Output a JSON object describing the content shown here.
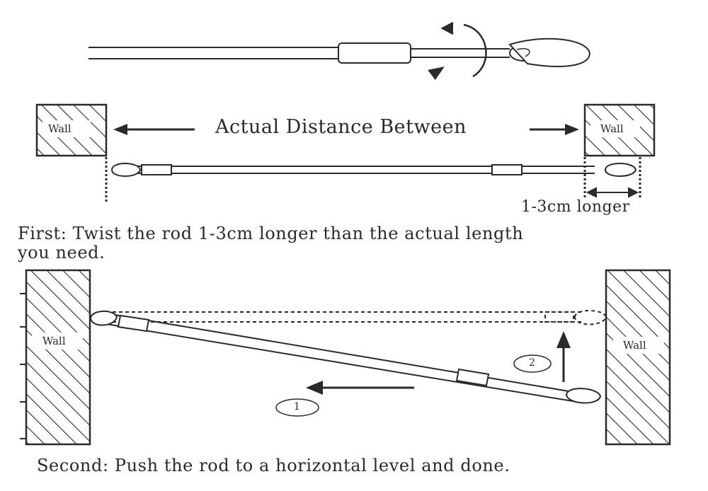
{
  "top_diagram": {
    "title": "Actual Distance Between",
    "left_wall_label": "Wall",
    "right_wall_label": "Wall",
    "extra_length_label": "1-3cm  longer"
  },
  "step1": {
    "text_line1": "First: Twist the rod 1-3cm longer than the actual length",
    "text_line2": "you need."
  },
  "bottom_diagram": {
    "left_wall_label": "Wall",
    "right_wall_label": "Wall",
    "step_marker_1": "1",
    "step_marker_2": "2"
  },
  "step2": {
    "text": "Second: Push the rod to a horizontal level and done."
  },
  "colors": {
    "ink": "#2a2a2a",
    "background": "#ffffff"
  }
}
